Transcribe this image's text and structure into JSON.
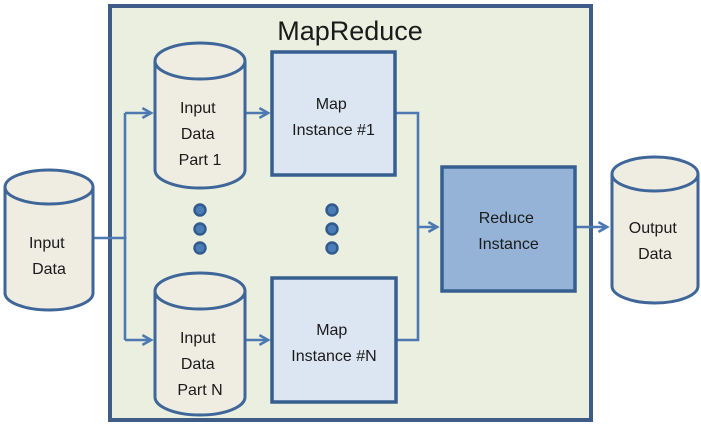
{
  "title": "MapReduce",
  "nodes": {
    "input_data": {
      "shape": "cylinder",
      "label": "Input Data",
      "lines": [
        "Input",
        "Data"
      ]
    },
    "input_part_1": {
      "shape": "cylinder",
      "label": "Input Data Part 1",
      "lines": [
        "Input",
        "Data",
        "Part 1"
      ]
    },
    "input_part_n": {
      "shape": "cylinder",
      "label": "Input Data Part N",
      "lines": [
        "Input",
        "Data",
        "Part N"
      ]
    },
    "map_instance_1": {
      "shape": "rect",
      "label": "Map Instance #1",
      "lines": [
        "Map",
        "Instance #1"
      ]
    },
    "map_instance_n": {
      "shape": "rect",
      "label": "Map Instance #N",
      "lines": [
        "Map",
        "Instance #N"
      ]
    },
    "reduce_instance": {
      "shape": "rect",
      "label": "Reduce Instance",
      "lines": [
        "Reduce",
        "Instance"
      ]
    },
    "output_data": {
      "shape": "cylinder",
      "label": "Output Data",
      "lines": [
        "Output",
        "Data"
      ]
    }
  },
  "ellipsis": {
    "columns": 2,
    "dots_per_column": 3,
    "meaning": "more input parts / more map instances"
  },
  "colors": {
    "container_fill": "#ebefdf",
    "container_border": "#3e5c85",
    "cylinder_fill": "#efede1",
    "cylinder_border": "#3f6699",
    "map_fill": "#dce6f2",
    "reduce_fill": "#95b3d7",
    "box_border": "#365f91",
    "connector": "#4d79b3",
    "dot_fill": "#4a7cb5",
    "dot_ring": "#315a8d",
    "text": "#1a1a1a"
  }
}
